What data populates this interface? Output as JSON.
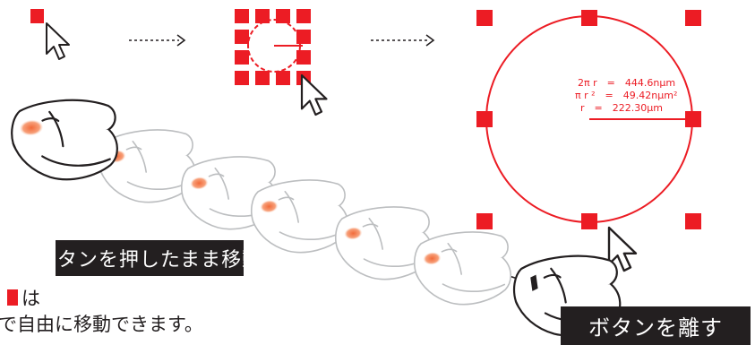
{
  "diagram": {
    "colors": {
      "accent": "#ec1c24",
      "ink": "#231f20",
      "mouse_highlight": "#f26b3a"
    },
    "steps": [
      "click-handle",
      "drag-selection",
      "resized-circle"
    ],
    "measurements": {
      "circumference": "2π r　=　444.6nμm",
      "area": "π r ²　=　49.42nμm²",
      "radius": "r　=　222.30μm"
    },
    "labels": {
      "move": "ボタンを押したまま移動",
      "release": "ボタンを離す",
      "note_line1_suffix": "は",
      "note_line2": "で自由に移動できます。"
    },
    "icons": [
      "cursor-arrow-icon",
      "dotted-arrow-icon",
      "mouse-icon",
      "handle-square-icon"
    ]
  }
}
